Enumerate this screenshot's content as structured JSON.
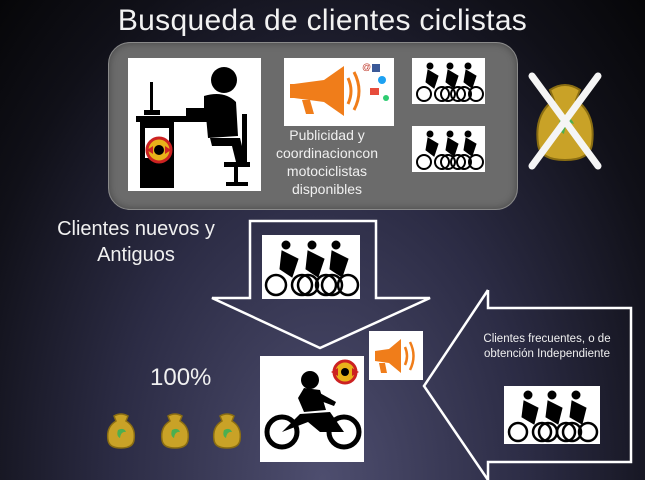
{
  "title": "Busqueda de clientes ciclistas",
  "publicity_text": "Publicidad y coordinacioncon motociclistas disponibles",
  "clients_text": "Clientes nuevos y Antiguos",
  "percentage": "100%",
  "frequent_text": "Clientes  frecuentes, o de obtención Independiente",
  "colors": {
    "panel": "#6b6b6b",
    "megaphone": "#f07d1a",
    "money_bag": "#c9a227",
    "logo_red": "#cc2222",
    "logo_gold": "#e8b21a"
  }
}
